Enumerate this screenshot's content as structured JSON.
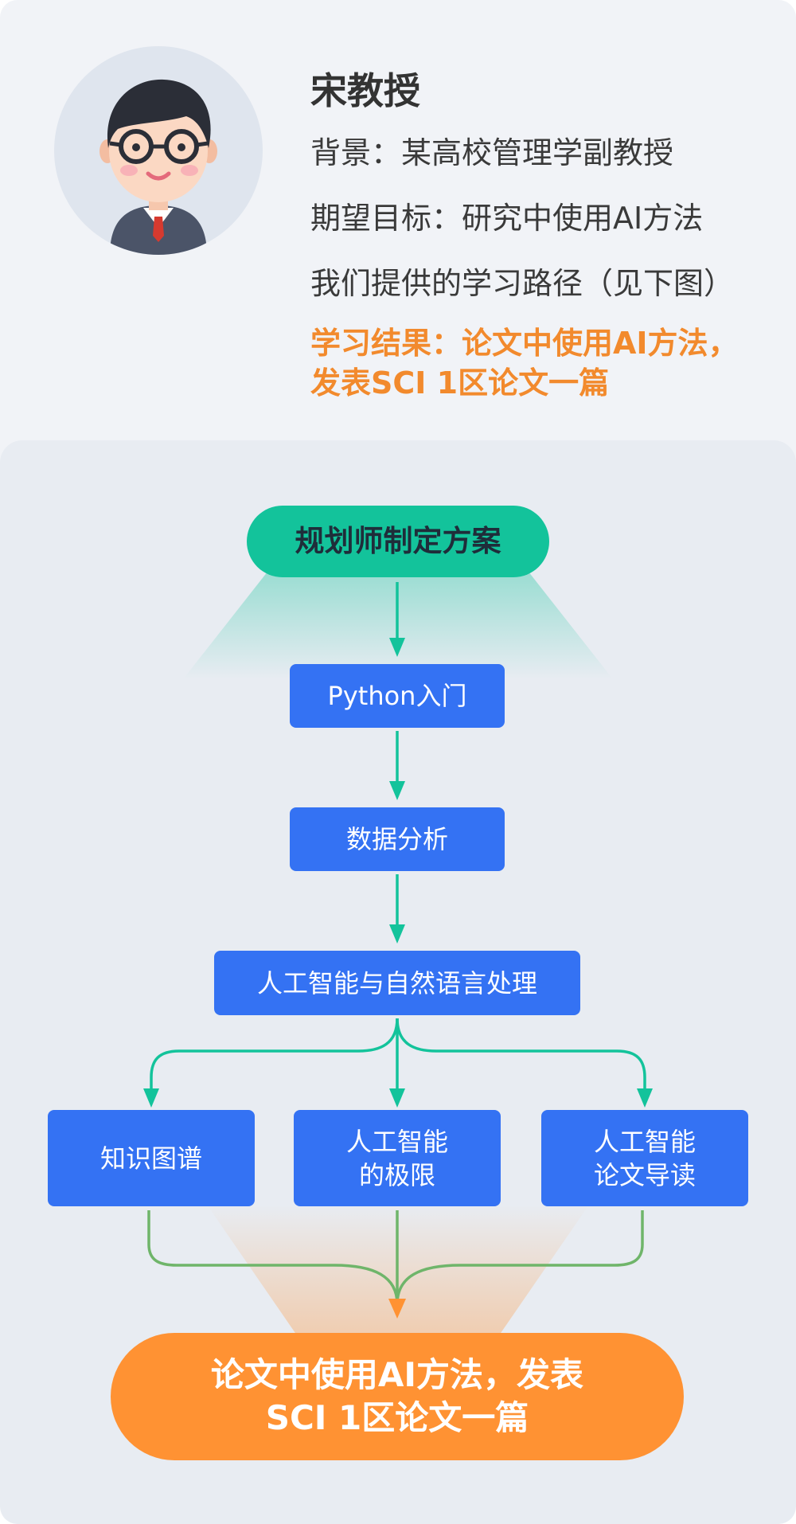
{
  "profile": {
    "name": "宋教授",
    "background": "背景：某高校管理学副教授",
    "goal": "期望目标：研究中使用AI方法",
    "path_note": "我们提供的学习路径（见下图）",
    "result": "学习结果：论文中使用AI方法，\n发表SCI 1区论文一篇"
  },
  "flow": {
    "start": "规划师制定方案",
    "steps": [
      "Python入门",
      "数据分析",
      "人工智能与自然语言处理"
    ],
    "branches": [
      "知识图谱",
      "人工智能\n的极限",
      "人工智能\n论文导读"
    ],
    "end": "论文中使用AI方法，发表\nSCI 1区论文一篇"
  },
  "colors": {
    "start_node": "#13c39b",
    "step_node": "#3472f3",
    "end_node": "#ff9233",
    "connector_green": "#13c39b",
    "connector_merge": "#6fb56a",
    "highlight_text": "#f28a2d"
  },
  "icons": {
    "avatar": "professor-avatar-icon"
  }
}
